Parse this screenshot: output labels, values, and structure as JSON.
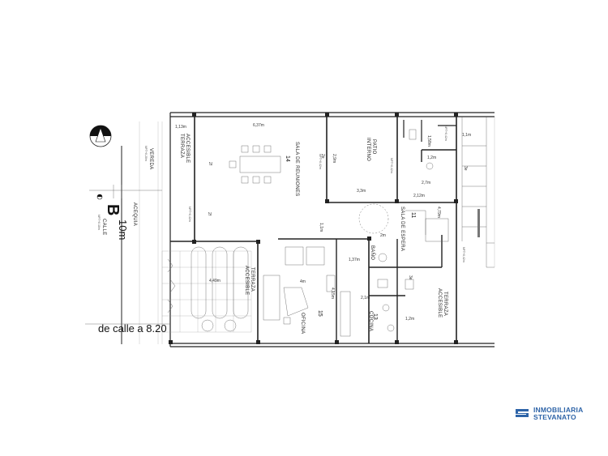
{
  "site": {
    "b_letter": "B",
    "front_width": "10m",
    "street_note": "de calle a 8.20",
    "calle_1": "CALLE",
    "calle_2": "NPT+0.10m",
    "acequia": "ACEQUIA",
    "vereda_1": "VEREDA",
    "vereda_2": "NPT+0,20m"
  },
  "rooms": {
    "terraza_norte_1": "TERRAZA",
    "terraza_norte_2": "ACCESIBLE",
    "terraza_norte_nivel": "NPT+0,42m",
    "sala_reuniones": "SALA DE REUNIONES",
    "sala_reuniones_num": "14",
    "patio_1": "PATIO",
    "patio_2": "INTERNO",
    "sala_espera": "SALA DE ESPERA",
    "sala_espera_num": "11",
    "terraza_oeste_1": "TERRAZA",
    "terraza_oeste_2": "ACCESIBLE",
    "oficina": "OFICINA",
    "oficina_num": "15",
    "bano": "BAÑO",
    "cocina": "COCINA",
    "cocina_num": "13",
    "terraza_sur_1": "TERRAZA",
    "terraza_sur_2": "ACCESIBLE",
    "nivel_reuniones": "NPT+0,42m",
    "nivel_espera": "NPT+0,42m",
    "nivel_patio": "NPT+0,42m",
    "nivel_general": "NPT+0,42m",
    "circle_a": "2f",
    "circle_b": "2f",
    "circle_c": "2e",
    "circle_d": "3e",
    "circle_e": "3e"
  },
  "dimensions": {
    "d_1_13": "1,13m",
    "d_6_37": "6,37m",
    "d_2_9": "2,9m",
    "d_3_3": "3,3m",
    "d_2_12": "2,12m",
    "d_2_7": "2,7m",
    "d_1_1": "1,1m",
    "d_1_58": "1,58m",
    "d_1_2": "1,2m",
    "d_2m": "2m",
    "d_4_79": "4,79m",
    "d_1_37": "1,37m",
    "d_4m": "4m",
    "d_4_15": "4,15m",
    "d_4_49": "4,49m",
    "d_2_1": "2,1m",
    "d_1_1b": "1,1m",
    "d_1_2b": "1,2m"
  },
  "brand": {
    "name_1": "INMOBILIARIA",
    "name_2": "STEVANATO",
    "color": "#2e64a8"
  }
}
